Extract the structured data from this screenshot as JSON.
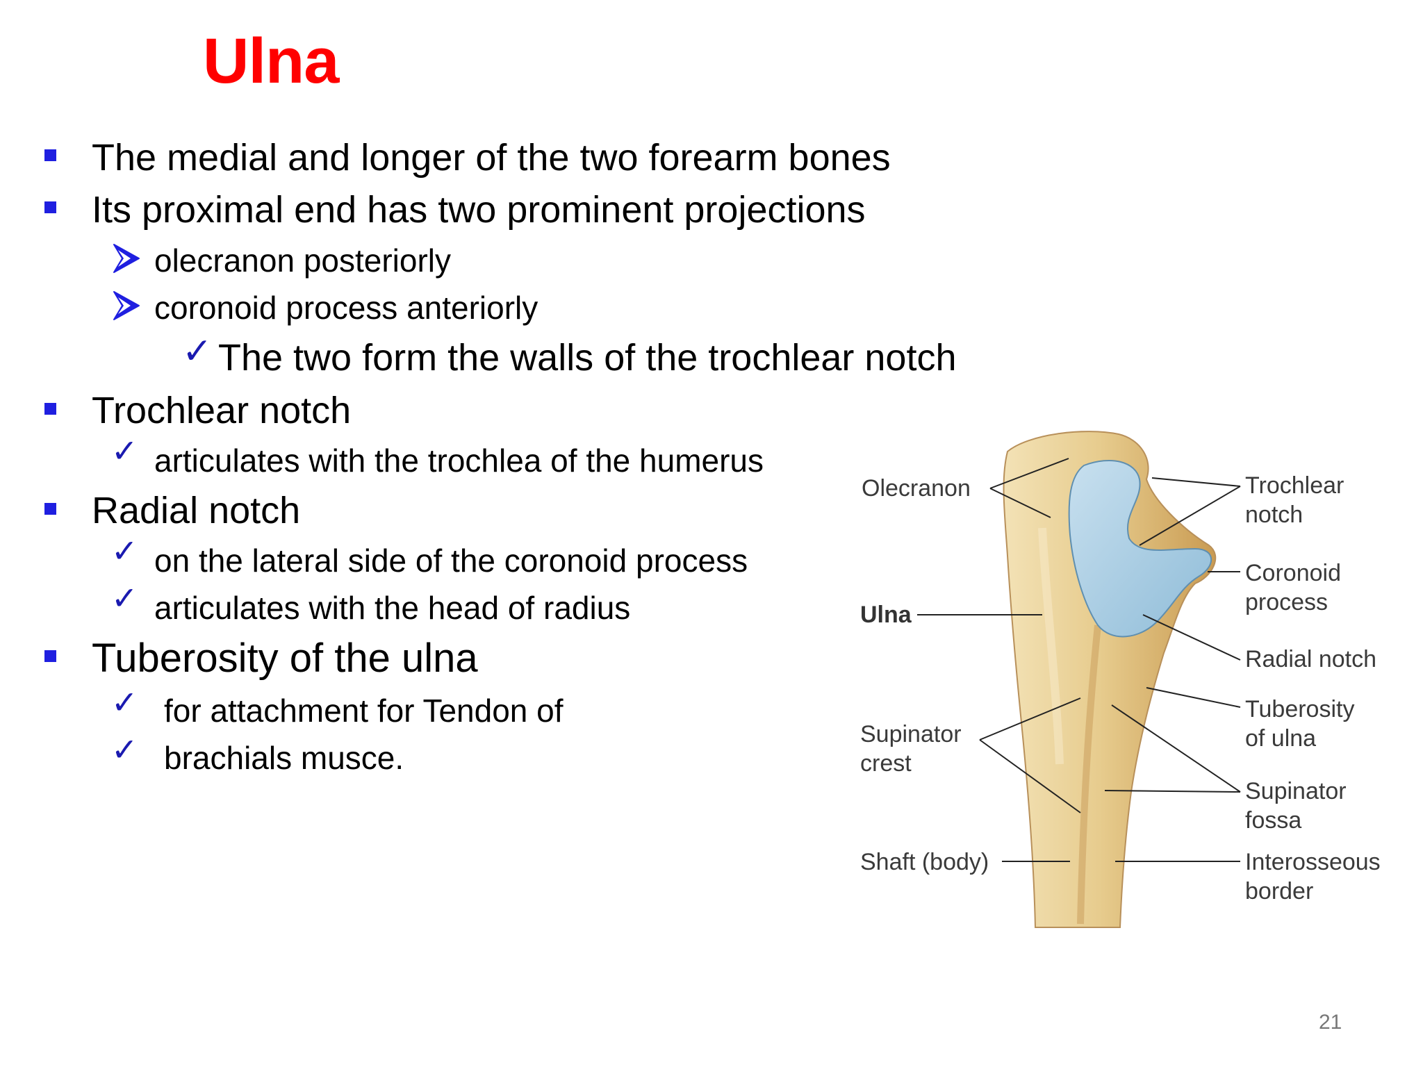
{
  "slide": {
    "title": "Ulna",
    "page_number": "21",
    "colors": {
      "title": "#ff0000",
      "bullet": "#1f1fe0",
      "check": "#1a1ab0",
      "notch": "#a9cde4",
      "bone": "#e4c98f"
    },
    "items": [
      {
        "level": 1,
        "marker": "square",
        "text": "The medial and longer of the two forearm bones"
      },
      {
        "level": 1,
        "marker": "square",
        "text": "Its proximal end has two prominent projections"
      },
      {
        "level": 2,
        "marker": "arrow",
        "text": "olecranon posteriorly"
      },
      {
        "level": 2,
        "marker": "arrow",
        "text": "coronoid process anteriorly"
      },
      {
        "level": 3,
        "marker": "check",
        "text": "The two form the walls of the trochlear notch"
      },
      {
        "level": 1,
        "marker": "square",
        "text": "Trochlear notch"
      },
      {
        "level": 2,
        "marker": "check",
        "text": "articulates with the trochlea of the humerus"
      },
      {
        "level": 1,
        "marker": "square",
        "text": "Radial notch"
      },
      {
        "level": 2,
        "marker": "check",
        "text": "on the lateral side of the coronoid process"
      },
      {
        "level": 2,
        "marker": "check",
        "text": "articulates with the head of radius"
      },
      {
        "level": 1,
        "marker": "square",
        "text": "Tuberosity of the ulna"
      },
      {
        "level": 2,
        "marker": "check",
        "text": "for attachment for Tendon of"
      },
      {
        "level": 2,
        "marker": "check",
        "text": "brachials musce."
      }
    ]
  },
  "figure": {
    "labels": {
      "olecranon": "Olecranon",
      "ulna": "Ulna",
      "supinator_crest_1": "Supinator",
      "supinator_crest_2": "crest",
      "shaft": "Shaft (body)",
      "trochlear_1": "Trochlear",
      "trochlear_2": "notch",
      "coronoid_1": "Coronoid",
      "coronoid_2": "process",
      "radial_notch": "Radial notch",
      "tuberosity_1": "Tuberosity",
      "tuberosity_2": "of ulna",
      "supinator_fossa_1": "Supinator",
      "supinator_fossa_2": "fossa",
      "interosseous_1": "Interosseous",
      "interosseous_2": "border"
    }
  }
}
